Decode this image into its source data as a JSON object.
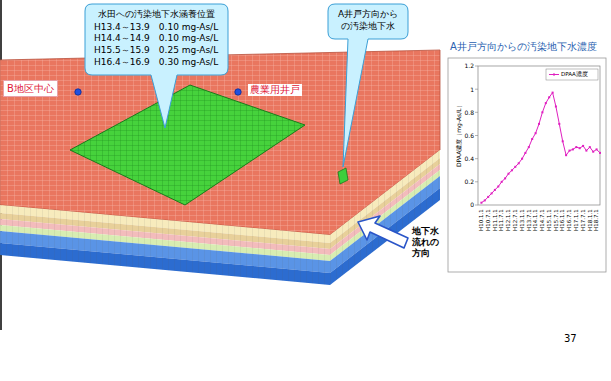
{
  "diagram": {
    "nodes": [
      {
        "text": [
          "水田への汚染地下水涵養位置",
          "H13.4～13.9　0.10 mg-As/L",
          "H14.4～14.9　0.10 mg-As/L",
          "H15.5～15.9　0.25 mg-As/L",
          "H16.4～16.9　0.30 mg-As/L"
        ]
      },
      {
        "text": [
          "A井戸方向からの汚染地下水"
        ]
      },
      {
        "text": [
          "B地区中心"
        ]
      }
    ],
    "labels": [
      "農業用井戸",
      "地下水流れの方向",
      "A井戸方向からの汚染地下水濃度",
      "DPAA濃度（mg-As/L）",
      "0",
      "0.2",
      "0.4",
      "0.6",
      "0.8",
      "1",
      "1.2",
      "H10.1.1",
      "H10.7.1",
      "H11.1.1",
      "H11.7.1",
      "H12.1.1",
      "H12.7.1",
      "H13.1.1",
      "H13.7.1",
      "H14.1.1",
      "H14.7.1",
      "H15.1.1",
      "H15.7.1",
      "H16.1.1",
      "H16.7.1",
      "H17.1.1",
      "H17.7.1",
      "H18.1.1",
      "H18.7.1",
      "37"
    ],
    "legend": [
      {
        "text": "DPAA濃度"
      }
    ]
  }
}
